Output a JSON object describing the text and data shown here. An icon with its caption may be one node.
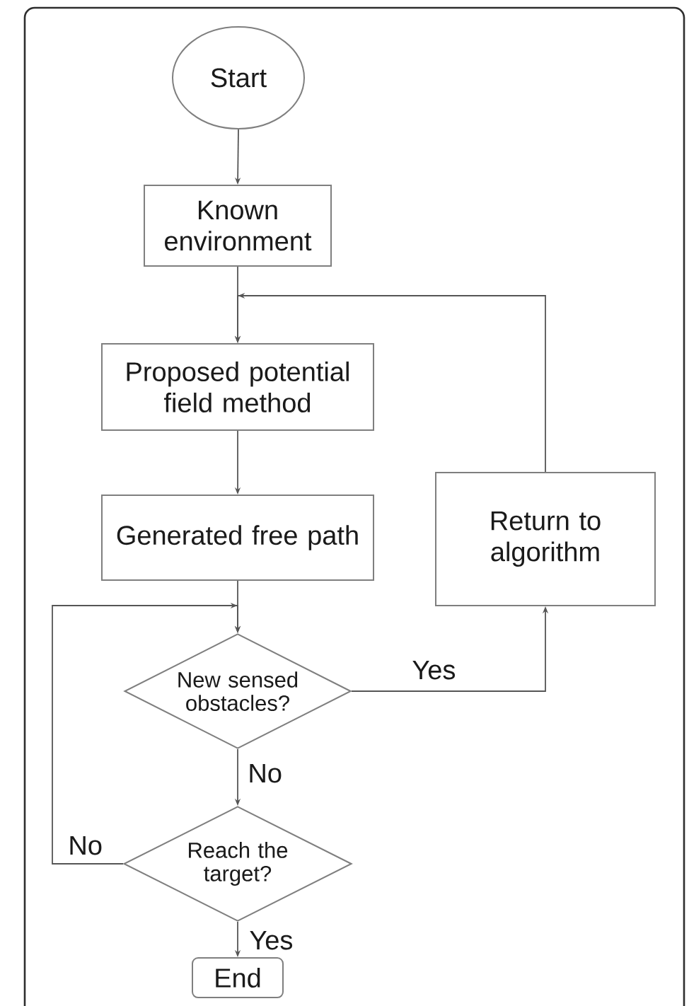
{
  "diagram": {
    "nodes": [
      {
        "text": [
          "Start"
        ]
      },
      {
        "text": [
          "Known environment"
        ]
      },
      {
        "text": [
          "Proposed potential field method"
        ]
      },
      {
        "text": [
          "Generated free path"
        ]
      },
      {
        "text": [
          "Return to algorithm"
        ]
      },
      {
        "text": [
          "New sensed obstacles?"
        ]
      },
      {
        "text": [
          "Reach the target?"
        ]
      },
      {
        "text": [
          "End"
        ]
      }
    ],
    "edges": [
      {
        "from": 0,
        "to": 1,
        "arrow": "to"
      },
      {
        "from": 1,
        "to": 2,
        "arrow": "to"
      },
      {
        "from": 2,
        "to": 3,
        "arrow": "to"
      },
      {
        "from": 3,
        "to": 5,
        "arrow": "to"
      },
      {
        "from": 5,
        "to": 4,
        "arrow": "to",
        "label": "Yes"
      },
      {
        "from": 4,
        "to": 2,
        "arrow": "to"
      },
      {
        "from": 5,
        "to": 6,
        "arrow": "to",
        "label": "No"
      },
      {
        "from": 6,
        "to": 5,
        "arrow": "to",
        "label": "No"
      },
      {
        "from": 6,
        "to": 7,
        "arrow": "to",
        "label": "Yes"
      }
    ]
  }
}
